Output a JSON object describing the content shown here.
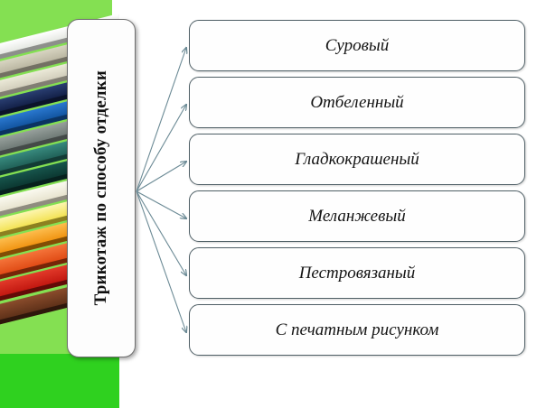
{
  "diagram": {
    "type": "hierarchy-fan",
    "root": {
      "label": "Трикотаж по способу отделки",
      "orientation": "vertical-bottom-to-top"
    },
    "items": [
      {
        "label": "Суровый"
      },
      {
        "label": "Отбеленный"
      },
      {
        "label": "Гладкокрашеный"
      },
      {
        "label": "Меланжевый"
      },
      {
        "label": "Пестровязаный"
      },
      {
        "label": "С печатным рисунком"
      }
    ]
  },
  "colors": {
    "background_green": "#84e052",
    "background_green_bottom": "#2fd11f",
    "connector": "#6b8a95",
    "box_border": "#4f5f66",
    "box_fill": "#fefefe",
    "title_border": "#6f6f6f",
    "text": "#141414"
  },
  "photo": {
    "description": "stack-of-fabric-swatches",
    "swatch_colors": [
      "#eef0ec",
      "#c9c6b4",
      "#dedacb",
      "#1b2f5e",
      "#1a63b8",
      "#7f8a86",
      "#2b6f66",
      "#11413c",
      "#f3f1e2",
      "#f7e96a",
      "#f5a623",
      "#e8501e",
      "#cf1f1a",
      "#6d3b23"
    ]
  }
}
